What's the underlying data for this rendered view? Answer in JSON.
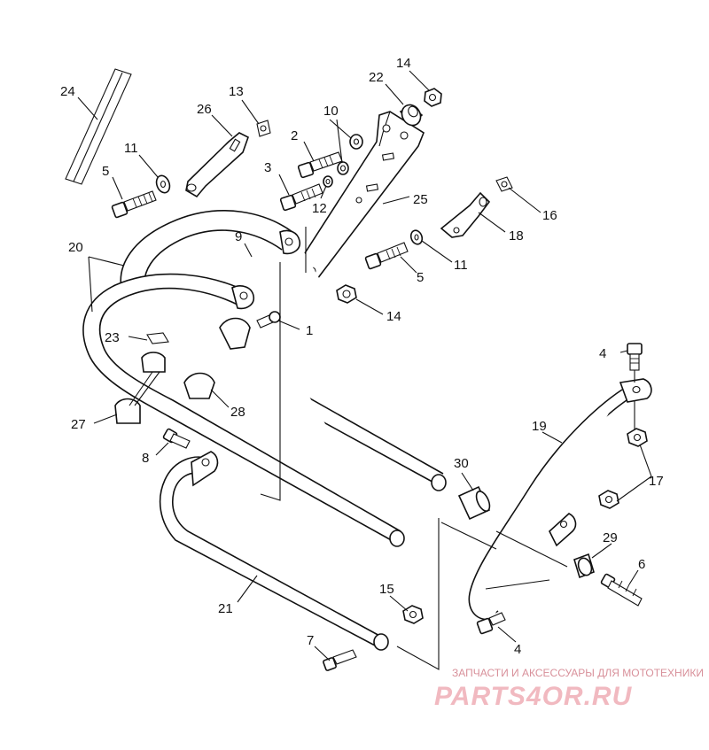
{
  "callouts": {
    "c1": "1",
    "c2": "2",
    "c3": "3",
    "c4a": "4",
    "c4b": "4",
    "c5a": "5",
    "c5b": "5",
    "c6": "6",
    "c7": "7",
    "c8": "8",
    "c9": "9",
    "c10": "10",
    "c11a": "11",
    "c11b": "11",
    "c12": "12",
    "c13": "13",
    "c14a": "14",
    "c14b": "14",
    "c15": "15",
    "c16": "16",
    "c17": "17",
    "c18": "18",
    "c19": "19",
    "c20": "20",
    "c21": "21",
    "c22": "22",
    "c23": "23",
    "c24": "24",
    "c25": "25",
    "c26": "26",
    "c27": "27",
    "c28": "28",
    "c29": "29",
    "c30": "30"
  },
  "watermark": {
    "tagline": "ЗАПЧАСТИ И АКСЕССУАРЫ ДЛЯ МОТОТЕХНИКИ",
    "brand": "PARTS4OR.RU"
  },
  "colors": {
    "line": "#111111",
    "background": "#ffffff",
    "watermark": "#f1b9c0"
  }
}
